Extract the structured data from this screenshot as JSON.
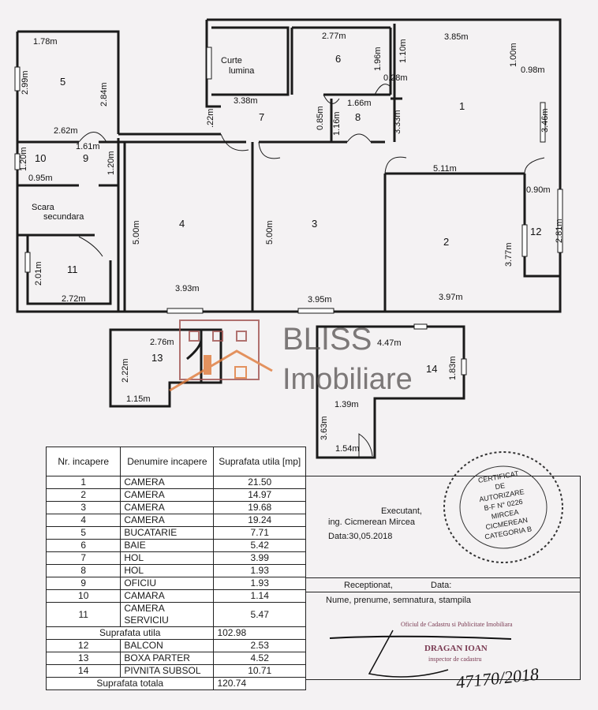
{
  "plan": {
    "rooms": {
      "r1": "1",
      "r2": "2",
      "r3": "3",
      "r4": "4",
      "r5": "5",
      "r6": "6",
      "r7": "7",
      "r8": "8",
      "r9": "9",
      "r10": "10",
      "r11": "11",
      "r12": "12",
      "r13": "13",
      "r14": "14"
    },
    "labels": {
      "curte1": "Curte",
      "curte2": "lumina",
      "scara1": "Scara",
      "scara2": "secundara"
    },
    "dims": {
      "d1": "1.78m",
      "d2": "2.99m",
      "d3": "2.84m",
      "d4": "2.62m",
      "d5": "1.61m",
      "d6": "1.20m",
      "d7": "0.95m",
      "d8": "1.20m",
      "d9": "2.01m",
      "d10": "2.72m",
      "d11": "2.77m",
      "d12": "1.96m",
      "d13": "1.10m",
      "d14": "3.85m",
      "d15": "1.00m",
      "d16": "0.98m",
      "d17": "0.28m",
      "d18": "3.46m",
      "d19": "3.38m",
      ".22": ".22m",
      "d21": "0.85m",
      "d22": "1.66m",
      "d23": "1.16m",
      "d24": "3.33m",
      "d25": "5.11m",
      "d26": "0.90m",
      "d27": "2.81m",
      "d28": "3.77m",
      "d29": "3.97m",
      "d30": "3.95m",
      "d31": "5.00m",
      "d32": "5.00m",
      "d33": "3.93m",
      "d34": "2.76m",
      "d35": "2.22m",
      "d36": "1.15m",
      "d37": "4.47m",
      "d38": "1.83m",
      "d39": "3.63m",
      "d40": "1.39m",
      "d41": "1.54m"
    }
  },
  "watermark": {
    "line1": "BLISS",
    "line2": "Imobiliare",
    "logo_color": "#e07a3a",
    "logo_frame_color": "#a0524f"
  },
  "table": {
    "headers": {
      "nr": "Nr. incapere",
      "name": "Denumire incapere",
      "area": "Suprafata utila [mp]"
    },
    "rows": [
      {
        "nr": "1",
        "name": "CAMERA",
        "area": "21.50"
      },
      {
        "nr": "2",
        "name": "CAMERA",
        "area": "14.97"
      },
      {
        "nr": "3",
        "name": "CAMERA",
        "area": "19.68"
      },
      {
        "nr": "4",
        "name": "CAMERA",
        "area": "19.24"
      },
      {
        "nr": "5",
        "name": "BUCATARIE",
        "area": "7.71"
      },
      {
        "nr": "6",
        "name": "BAIE",
        "area": "5.42"
      },
      {
        "nr": "7",
        "name": "HOL",
        "area": "3.99"
      },
      {
        "nr": "8",
        "name": "HOL",
        "area": "1.93"
      },
      {
        "nr": "9",
        "name": "OFICIU",
        "area": "1.93"
      },
      {
        "nr": "10",
        "name": "CAMARA",
        "area": "1.14"
      },
      {
        "nr": "11",
        "name": "CAMERA SERVICIU",
        "area": "5.47"
      }
    ],
    "subtotal": {
      "label": "Suprafata utila",
      "area": "102.98"
    },
    "extra_rows": [
      {
        "nr": "12",
        "name": "BALCON",
        "area": "2.53"
      },
      {
        "nr": "13",
        "name": "BOXA PARTER",
        "area": "4.52"
      },
      {
        "nr": "14",
        "name": "PIVNITA SUBSOL",
        "area": "10.71"
      }
    ],
    "total": {
      "label": "Suprafata totala",
      "area": "120.74"
    }
  },
  "signatures": {
    "executant_label": "Executant,",
    "executant_name": "ing. Cicmerean Mircea",
    "date": "Data:30,05.2018",
    "receptionat": "Receptionat,",
    "receptionat_date": "Data:",
    "nume": "Nume, prenume, semnatura, stampila",
    "stamp_text": [
      "CERTIFICAT",
      "DE",
      "AUTORIZARE",
      "B-F N° 0226",
      "MIRCEA",
      "CICMEREAN",
      "CATEGORIA B"
    ],
    "ocpi_line1": "Oficiul de Cadastru si Publicitate Imobiliara",
    "ocpi_name": "DRAGAN IOAN",
    "ocpi_line3": "inspector de cadastru",
    "handwritten": "47170/2018"
  }
}
